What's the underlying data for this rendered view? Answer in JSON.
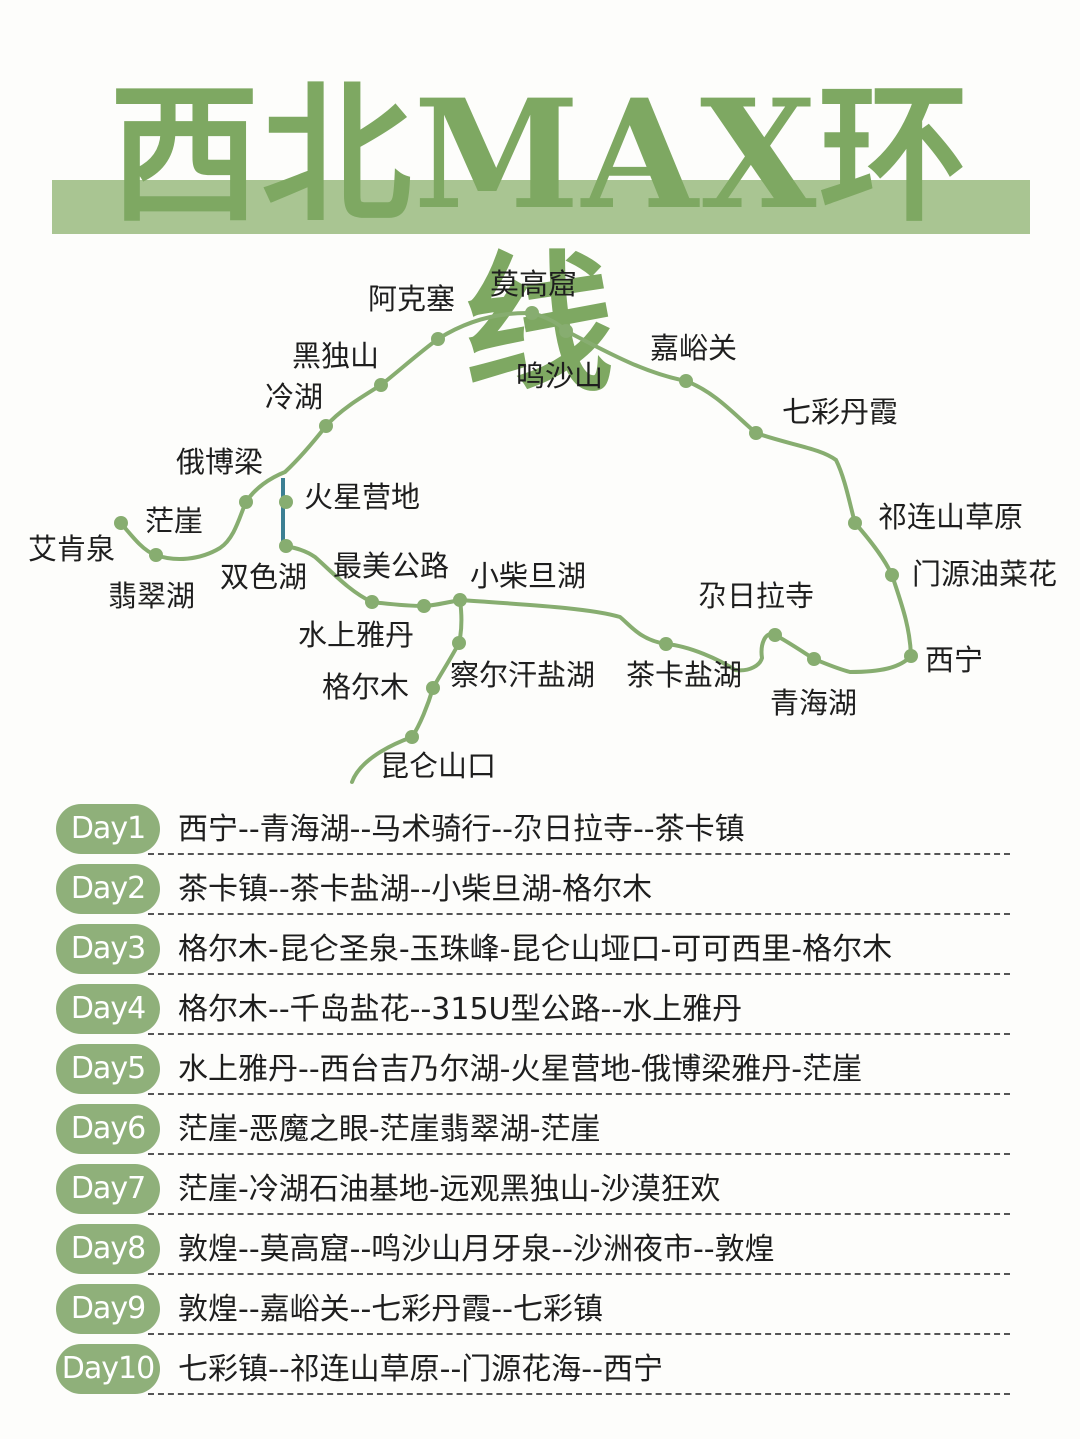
{
  "title": "西北MAX环线",
  "colors": {
    "accent": "#7ea862",
    "band": "#a9c592",
    "route": "#87ad70",
    "pill": "#8fb07a",
    "connector": "#3c7f93"
  },
  "map": {
    "labels": [
      {
        "key": "aikenquan",
        "text": "艾肯泉"
      },
      {
        "key": "mangya",
        "text": "茫崖"
      },
      {
        "key": "feicuihu",
        "text": "翡翠湖"
      },
      {
        "key": "ebliang",
        "text": "俄博梁"
      },
      {
        "key": "lenghu",
        "text": "冷湖"
      },
      {
        "key": "heidushan",
        "text": "黑独山"
      },
      {
        "key": "akesai",
        "text": "阿克塞"
      },
      {
        "key": "mogaoku",
        "text": "莫高窟"
      },
      {
        "key": "mingshashan",
        "text": "鸣沙山"
      },
      {
        "key": "jiayuguan",
        "text": "嘉峪关"
      },
      {
        "key": "qicaidanxia",
        "text": "七彩丹霞"
      },
      {
        "key": "qilianshan",
        "text": "祁连山草原"
      },
      {
        "key": "menyuan",
        "text": "门源油菜花"
      },
      {
        "key": "xining",
        "text": "西宁"
      },
      {
        "key": "qinghaihu",
        "text": "青海湖"
      },
      {
        "key": "duorilasi",
        "text": "尕日拉寺"
      },
      {
        "key": "chakayanhu",
        "text": "茶卡盐湖"
      },
      {
        "key": "chaerhan",
        "text": "察尔汗盐湖"
      },
      {
        "key": "xiaochaidan",
        "text": "小柴旦湖"
      },
      {
        "key": "zuimeigonglu",
        "text": "最美公路"
      },
      {
        "key": "shuishangyadan",
        "text": "水上雅丹"
      },
      {
        "key": "geermu",
        "text": "格尔木"
      },
      {
        "key": "kunlunshankou",
        "text": "昆仑山口"
      },
      {
        "key": "huoxingyingdi",
        "text": "火星营地"
      },
      {
        "key": "shuangsehu",
        "text": "双色湖"
      }
    ]
  },
  "days": [
    {
      "label": "Day1",
      "route": "西宁--青海湖--马术骑行--尕日拉寺--茶卡镇"
    },
    {
      "label": "Day2",
      "route": "茶卡镇--茶卡盐湖--小柴旦湖-格尔木"
    },
    {
      "label": "Day3",
      "route": "格尔木-昆仑圣泉-玉珠峰-昆仑山垭口-可可西里-格尔木"
    },
    {
      "label": "Day4",
      "route": "格尔木--千岛盐花--315U型公路--水上雅丹"
    },
    {
      "label": "Day5",
      "route": "水上雅丹--西台吉乃尔湖-火星营地-俄博梁雅丹-茫崖"
    },
    {
      "label": "Day6",
      "route": "茫崖-恶魔之眼-茫崖翡翠湖-茫崖"
    },
    {
      "label": "Day7",
      "route": "茫崖-冷湖石油基地-远观黑独山-沙漠狂欢"
    },
    {
      "label": "Day8",
      "route": "敦煌--莫高窟--鸣沙山月牙泉--沙洲夜市--敦煌"
    },
    {
      "label": "Day9",
      "route": "敦煌--嘉峪关--七彩丹霞--七彩镇"
    },
    {
      "label": "Day10",
      "route": "七彩镇--祁连山草原--门源花海--西宁"
    }
  ]
}
